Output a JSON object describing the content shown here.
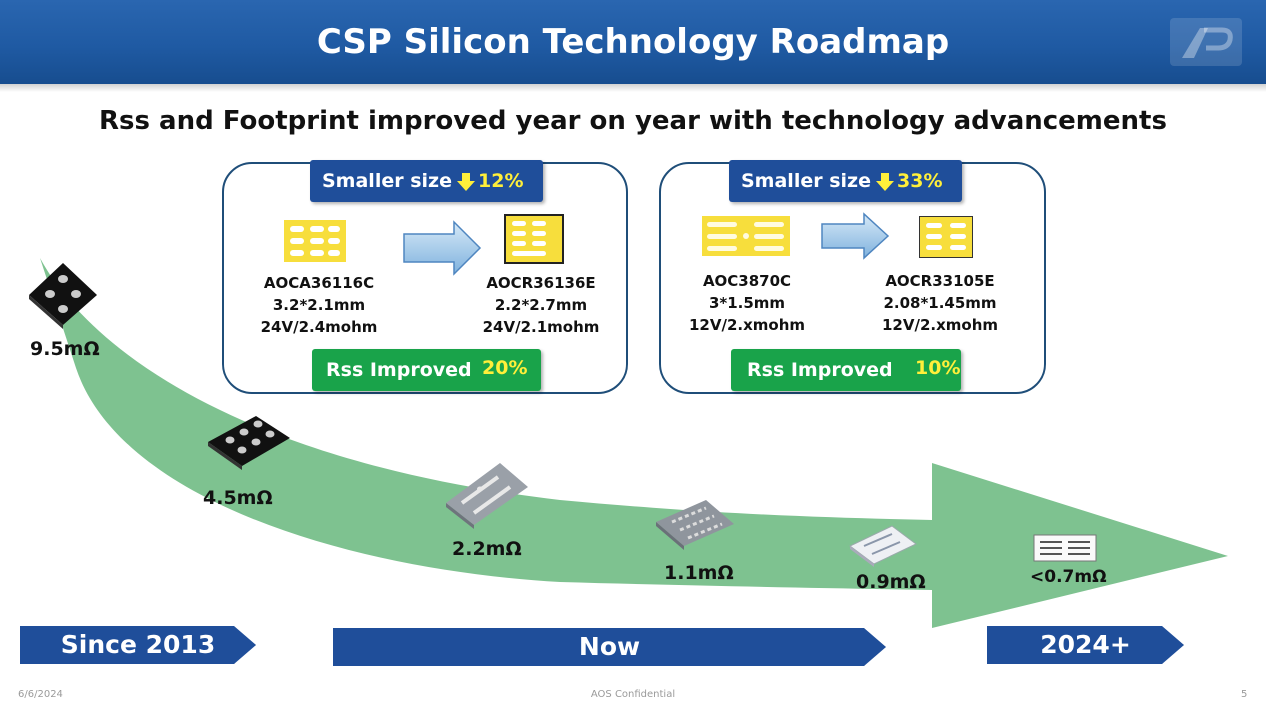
{
  "header": {
    "title": "CSP Silicon Technology Roadmap"
  },
  "subtitle": "Rss and Footprint improved year on year with technology advancements",
  "panels": [
    {
      "size_label": "Smaller size",
      "size_pct": "12%",
      "from": {
        "name": "AOCA36116C",
        "dims": "3.2*2.1mm",
        "spec": "24V/2.4mohm"
      },
      "to": {
        "name": "AOCR36136E",
        "dims": "2.2*2.7mm",
        "spec": "24V/2.1mohm"
      },
      "rss_label": "Rss Improved",
      "rss_pct": "20%"
    },
    {
      "size_label": "Smaller size",
      "size_pct": "33%",
      "from": {
        "name": "AOC3870C",
        "dims": "3*1.5mm",
        "spec": "12V/2.xmohm"
      },
      "to": {
        "name": "AOCR33105E",
        "dims": "2.08*1.45mm",
        "spec": "12V/2.xmohm"
      },
      "rss_label": "Rss Improved",
      "rss_pct": "10%"
    }
  ],
  "rss_values": [
    "9.5mΩ",
    "4.5mΩ",
    "2.2mΩ",
    "1.1mΩ",
    "0.9mΩ",
    "<0.7mΩ"
  ],
  "timeline": [
    "Since 2013",
    "Now",
    "2024+"
  ],
  "footer": {
    "date": "6/6/2024",
    "confidential": "AOS Confidential",
    "page": "5"
  },
  "colors": {
    "header": "#1f5aa3",
    "flow": "#77bf8a",
    "pill_blue": "#1f4e9a",
    "pill_green": "#19a34a",
    "pct_yellow": "#ffef3a"
  }
}
